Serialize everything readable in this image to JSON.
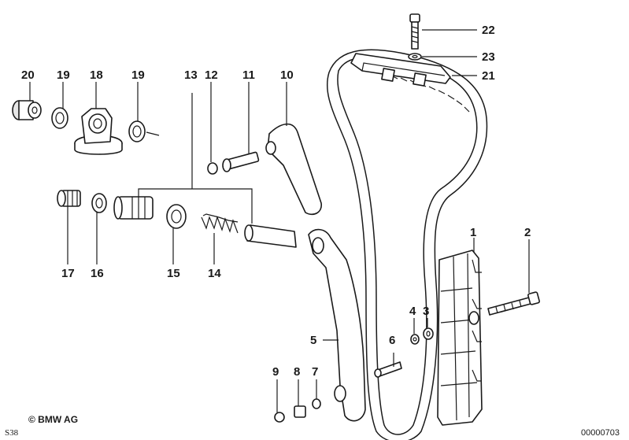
{
  "diagram": {
    "copyright": "© BMW AG",
    "page_code": "S38",
    "drawing_number": "00000703",
    "callouts": {
      "n1": "1",
      "n2": "2",
      "n3": "3",
      "n4": "4",
      "n5": "5",
      "n6": "6",
      "n7": "7",
      "n8": "8",
      "n9": "9",
      "n10": "10",
      "n11": "11",
      "n12": "12",
      "n13": "13",
      "n14": "14",
      "n15": "15",
      "n16": "16",
      "n17": "17",
      "n18": "18",
      "n19a": "19",
      "n19b": "19",
      "n20": "20",
      "n21": "21",
      "n22": "22",
      "n23": "23"
    }
  }
}
